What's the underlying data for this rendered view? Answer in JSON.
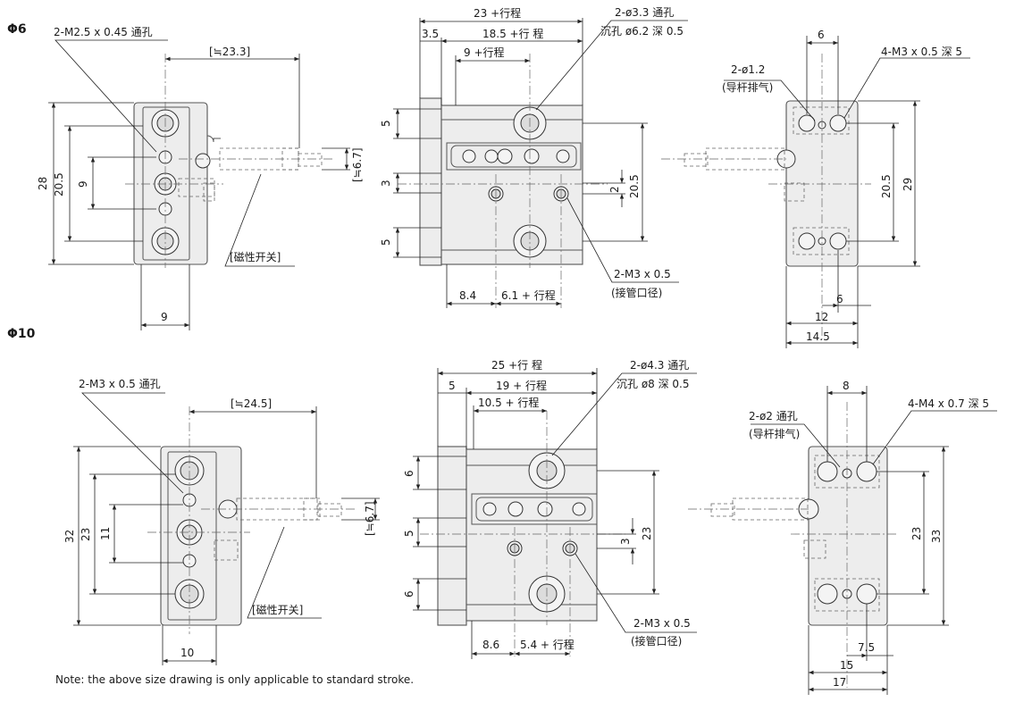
{
  "sections": {
    "phi6": "Φ6",
    "phi10": "Φ10"
  },
  "phi6": {
    "side": {
      "callout": "2-M2.5 x 0.45 通孔",
      "sensor_offset": "[≒23.3]",
      "height_total": "28",
      "height_pitch": "20.5",
      "height_inner": "9",
      "sensor_dia": "[≒6.7]",
      "sensor_label": "[磁性开关]",
      "width": "9"
    },
    "front": {
      "length_total": "23 +行程",
      "length_a": "18.5 +行 程",
      "length_b": "9 +行程",
      "flange": "3.5",
      "hole_callout_1": "2-ø3.3 通孔",
      "hole_callout_2": "沉孔 ø6.2 深 0.5",
      "left_top": "5",
      "left_mid": "3",
      "left_bot": "5",
      "right_small": "2",
      "right_pitch": "20.5",
      "port_callout_1": "2-M3 x 0.5",
      "port_callout_2": "(接管口径)",
      "bottom_a": "8.4",
      "bottom_b": "6.1 + 行程"
    },
    "rear": {
      "top_width": "6",
      "vent_1": "2-ø1.2",
      "vent_2": "(导杆排气)",
      "tap_callout": "4-M3 x 0.5 深 5",
      "pitch_inner": "20.5",
      "pitch_outer": "29",
      "bottom_a": "6",
      "bottom_b": "12",
      "bottom_c": "14.5"
    }
  },
  "phi10": {
    "side": {
      "callout": "2-M3 x 0.5 通孔",
      "sensor_offset": "[≒24.5]",
      "height_total": "32",
      "height_pitch": "23",
      "height_inner": "11",
      "sensor_dia": "[≒6.7]",
      "sensor_label": "[磁性开关]",
      "width": "10"
    },
    "front": {
      "length_total": "25 +行 程",
      "length_a": "19 + 行程",
      "length_b": "10.5 + 行程",
      "flange": "5",
      "hole_callout_1": "2-ø4.3 通孔",
      "hole_callout_2": "沉孔 ø8 深 0.5",
      "left_top": "6",
      "left_mid": "5",
      "left_bot": "6",
      "right_small": "3",
      "right_pitch": "23",
      "port_callout_1": "2-M3 x 0.5",
      "port_callout_2": "(接管口径)",
      "bottom_a": "8.6",
      "bottom_b": "5.4 + 行程"
    },
    "rear": {
      "top_width": "8",
      "vent_1": "2-ø2 通孔",
      "vent_2": "(导杆排气)",
      "tap_callout": "4-M4 x 0.7 深 5",
      "pitch_inner": "23",
      "pitch_outer": "33",
      "bottom_a": "7.5",
      "bottom_b": "15",
      "bottom_c": "17"
    }
  },
  "note": "Note: the above size drawing is only applicable to standard stroke."
}
